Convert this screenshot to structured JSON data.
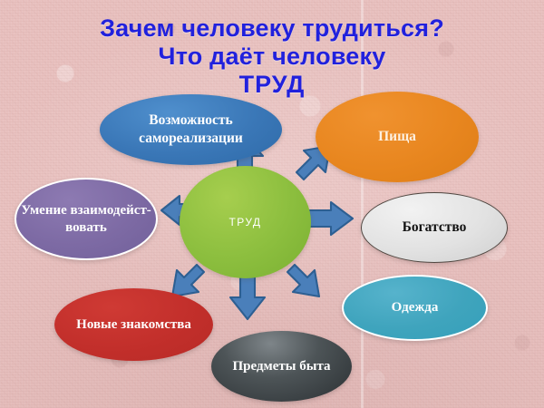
{
  "slide": {
    "title_lines": [
      "Зачем человеку трудиться?",
      "Что даёт человеку",
      "ТРУД"
    ],
    "title_color": "#2121dd",
    "background_color": "#e8c0be"
  },
  "diagram": {
    "type": "radial-hub-and-spoke",
    "center": {
      "label": "ТРУД",
      "color": "#8dbf3f",
      "text_color": "#ffffff"
    },
    "arrow_color": "#4a7fba",
    "arrow_outline_color": "#2d5f92",
    "arrow_count": 7,
    "nodes": [
      {
        "label": "Возможность самореализации",
        "color": "#3a77b7",
        "text_color": "#ffffff",
        "direction": "up"
      },
      {
        "label": "Пища",
        "color": "#e8861f",
        "text_color": "#fdf0e0",
        "direction": "up-right"
      },
      {
        "label": "Умение взаимодейст- вовать",
        "color": "#7d6aa4",
        "text_color": "#ffffff",
        "direction": "left"
      },
      {
        "label": "Богатство",
        "color": "#e2e2e2",
        "text_color": "#111111",
        "direction": "right"
      },
      {
        "label": "Одежда",
        "color": "#3fa4bd",
        "text_color": "#ffffff",
        "direction": "down-right"
      },
      {
        "label": "Новые знакомства",
        "color": "#c22f2b",
        "text_color": "#ffffff",
        "direction": "down-left"
      },
      {
        "label": "Предметы быта",
        "color": "#4d5457",
        "text_color": "#ffffff",
        "direction": "down"
      }
    ]
  }
}
